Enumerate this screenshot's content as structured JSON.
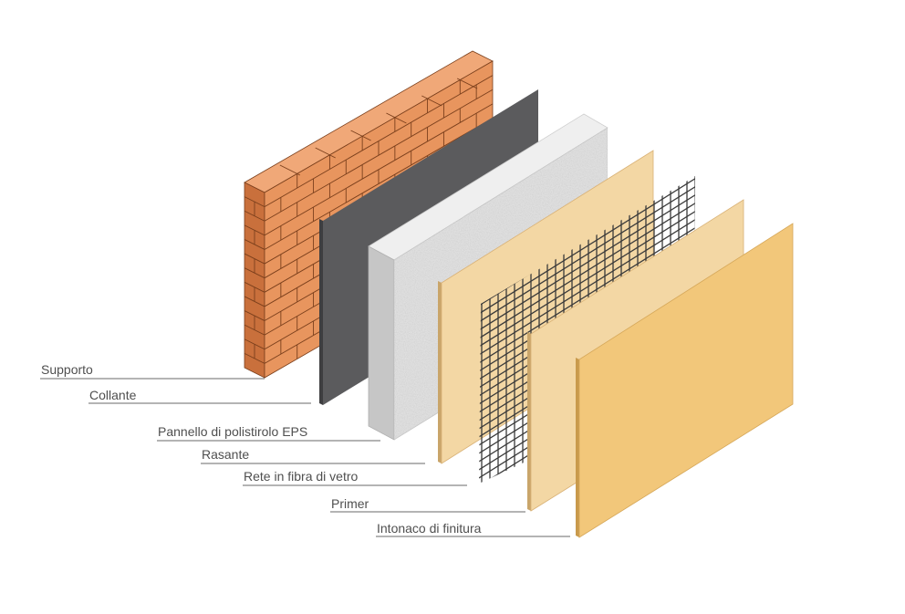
{
  "layers": [
    {
      "id": "supporto",
      "label": "Supporto"
    },
    {
      "id": "collante",
      "label": "Collante"
    },
    {
      "id": "eps",
      "label": "Pannello di polistirolo EPS"
    },
    {
      "id": "rasante",
      "label": "Rasante"
    },
    {
      "id": "rete",
      "label": "Rete in fibra di vetro"
    },
    {
      "id": "primer",
      "label": "Primer"
    },
    {
      "id": "intonaco",
      "label": "Intonaco di finitura"
    }
  ],
  "colors": {
    "brick_front": "#e8955e",
    "brick_top": "#f0a878",
    "brick_side": "#c9703c",
    "mortar": "#7a3f1c",
    "collante": "#5b5b5d",
    "eps_front": "#e4e4e4",
    "eps_side": "#c6c6c6",
    "rasante": "#f3d7a4",
    "mesh": "#3a3a3a",
    "primer": "#f3d7a4",
    "intonaco": "#f2c77a",
    "leader_line": "#6a6a6a",
    "label_text": "#4f4f4f"
  }
}
